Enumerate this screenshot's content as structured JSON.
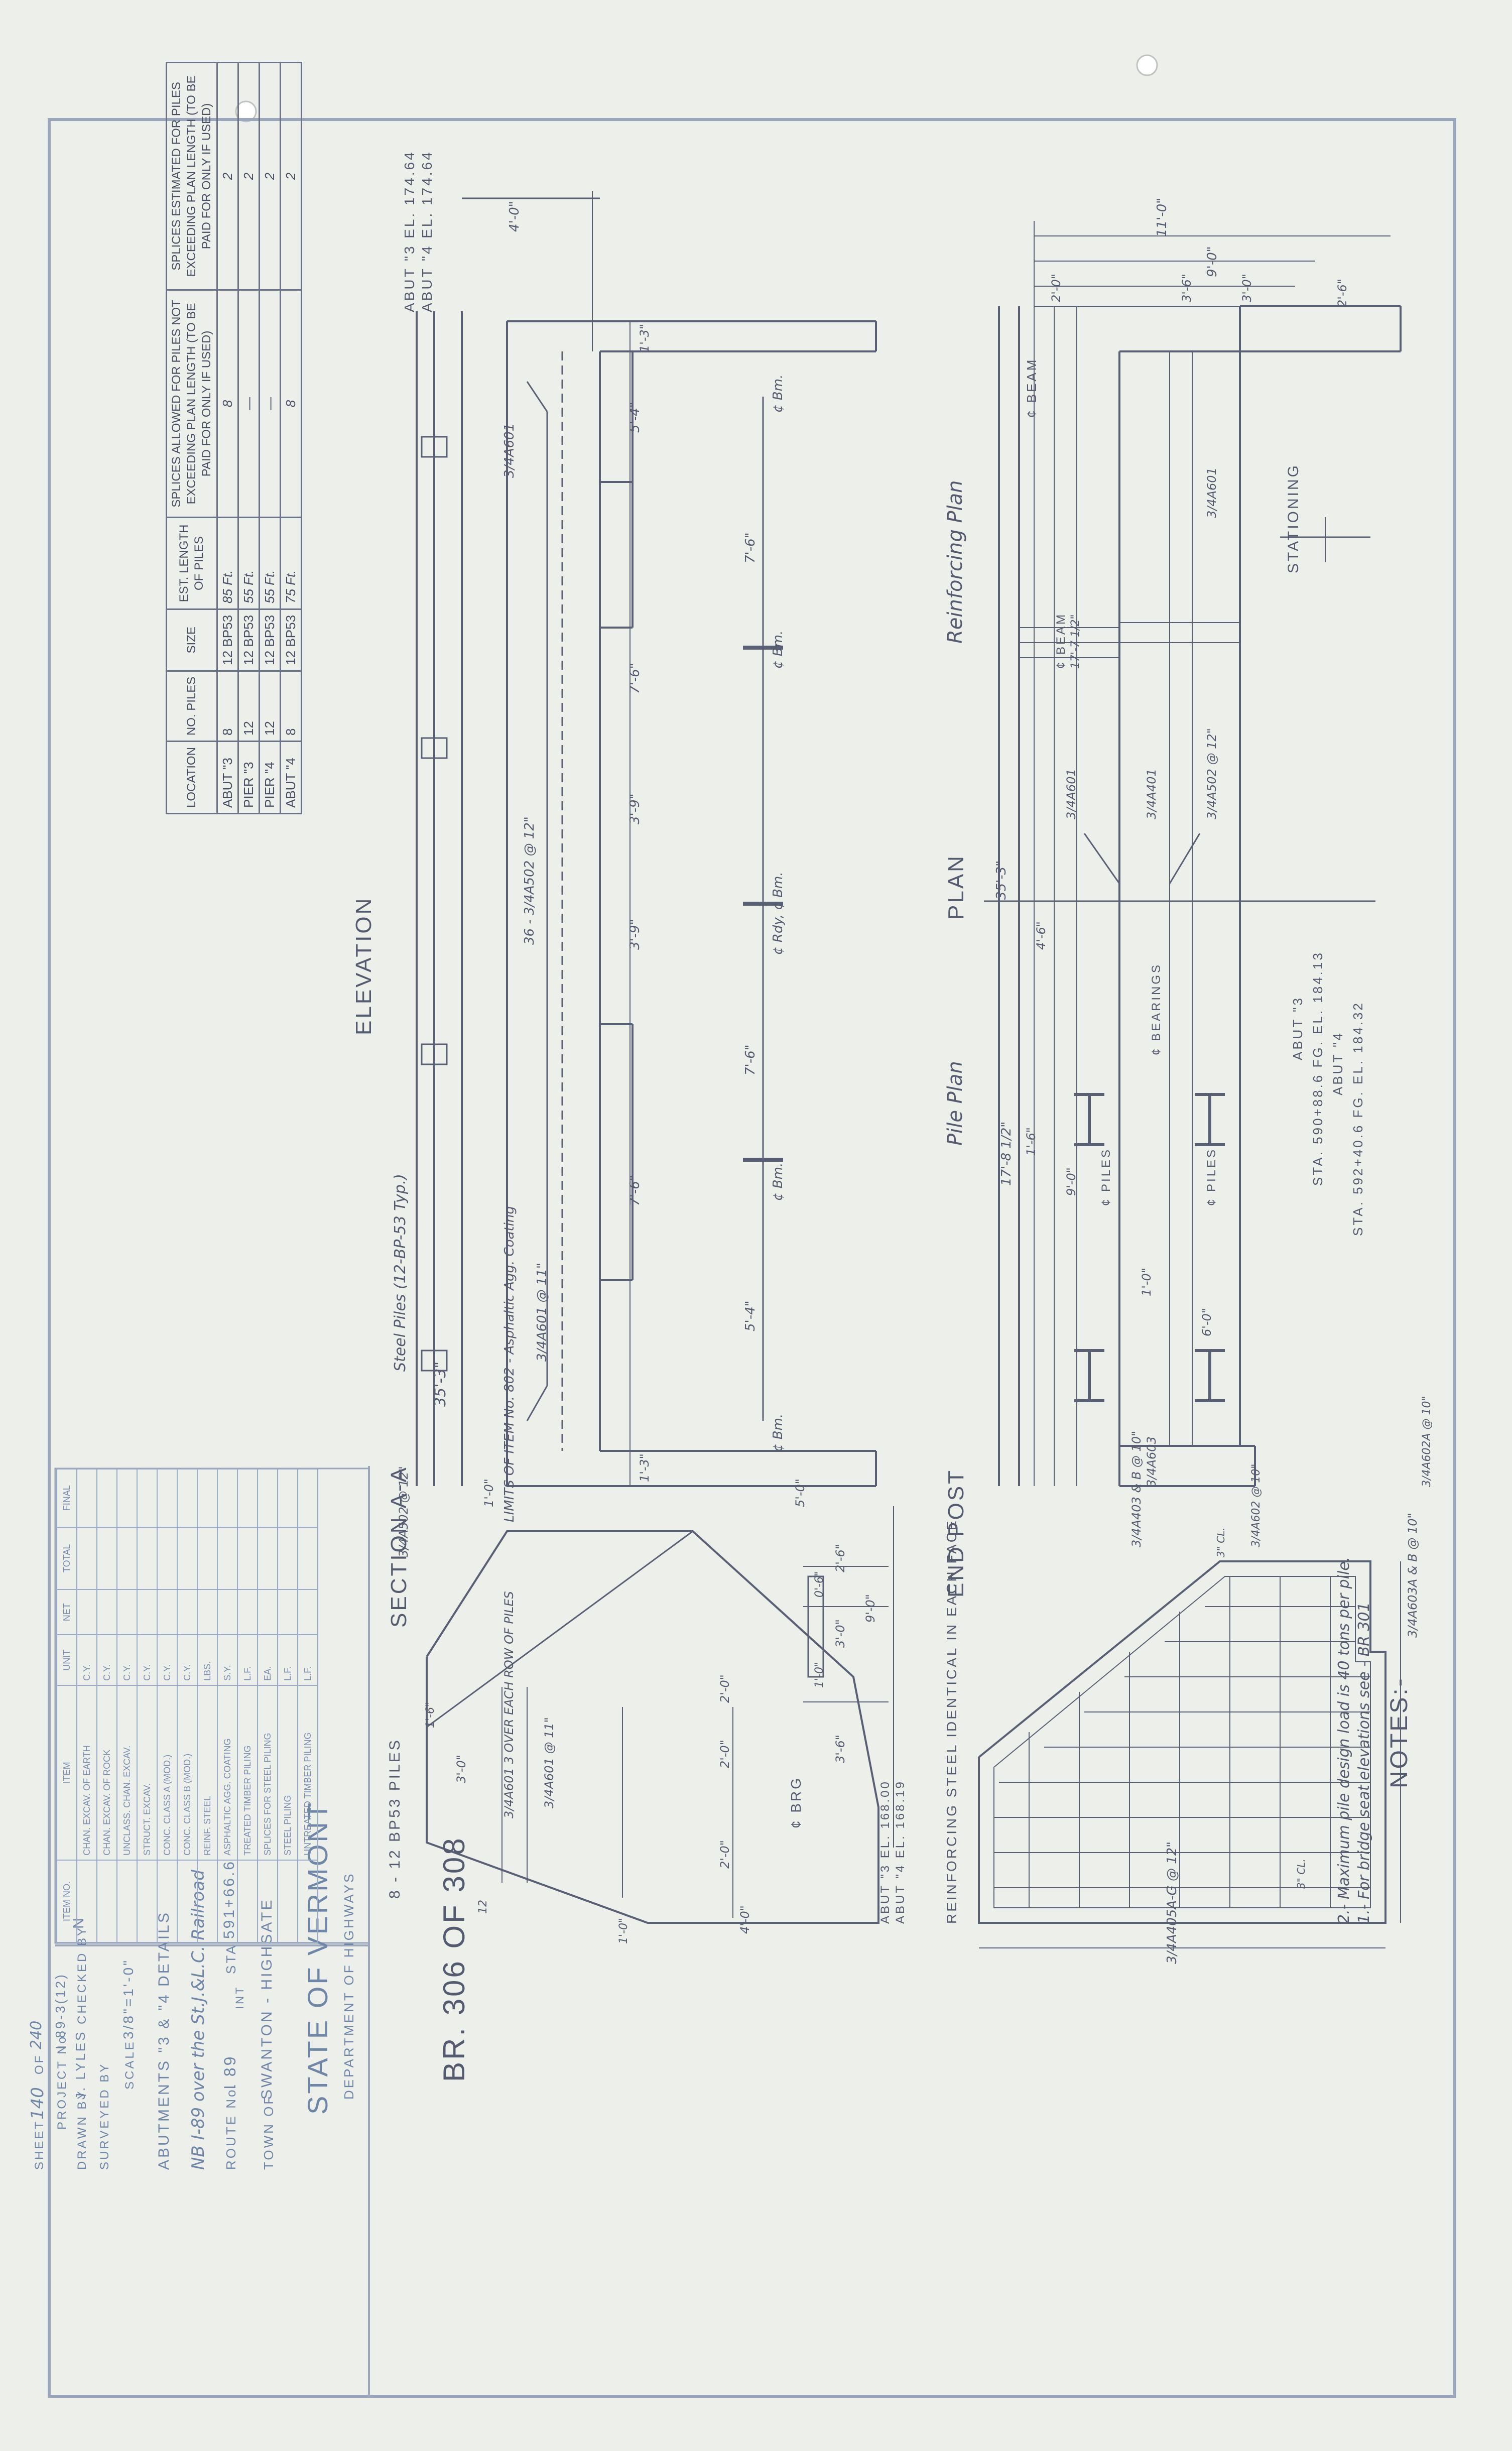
{
  "sheet_title": "BR. 306 OF 308",
  "title_block": {
    "state": "STATE OF VERMONT",
    "department": "DEPARTMENT OF HIGHWAYS",
    "town_label": "TOWN OF",
    "town": "SWANTON - HIGHSATE",
    "route_label": "ROUTE No.",
    "route": "I 89",
    "route_int": "INT",
    "station_label": "STA",
    "station": "591+66.6",
    "bridge": "NB I-89 over the St.J.&L.C. Railroad",
    "detail": "ABUTMENTS \"3 & \"4 DETAILS",
    "scale_label": "SCALE",
    "scale": "3/8\"=1'-0\"",
    "surveyed_label": "SURVEYED BY",
    "drawn_label": "DRAWN BY",
    "drawn": "J. LYLES",
    "checked_label": "CHECKED BY",
    "checked": "N",
    "project_label": "PROJECT No.",
    "project": "I 89-3(12)",
    "sheet_label": "SHEET",
    "sheet": "140",
    "of_label": "OF",
    "of": "240"
  },
  "notes": {
    "heading": "NOTES:-",
    "line1": "1.- For bridge seat elevations see - BR 301",
    "line2": "2.- Maximum pile design load is 40 tons per pile."
  },
  "views": {
    "elevation": "ELEVATION",
    "plan": "PLAN",
    "reinforcing_plan": "Reinforcing Plan",
    "pile_plan": "Pile Plan",
    "section": "SECTION A-A",
    "end_post": "END POST",
    "end_post_note": "REINFORCING STEEL IDENTICAL IN EACH FACE",
    "stationing": "STATIONING",
    "piles_note": "8 - 12 BP53 PILES"
  },
  "abut_elev": {
    "abut3": "ABUT \"3 EL. 174.64",
    "abut4": "ABUT \"4 EL. 174.64"
  },
  "elevation_labels": {
    "total": "35'-3\"",
    "top_dim": "4'-0\"",
    "bars_top": "3/4A601",
    "bars_mid": "36 - 3/4A502 @ 12\"",
    "bars_bot": "3/4A601 @ 11\"",
    "steel_piles": "Steel Piles (12-BP-53 Typ.)",
    "bm": "¢ Bm.",
    "rdy": "¢ Rdy, ¢ Bm.",
    "d1": "5'-4\"",
    "d2": "7'-6\"",
    "d3": "7'-6\"",
    "d4": "3'-9\"",
    "d5": "3'-9\"",
    "d6": "7'-6\"",
    "d7": "7'-6\"",
    "d8": "5'-4\"",
    "e1": "1'-3\"",
    "e2": "1'-3\"",
    "e3": "1'-0\""
  },
  "plan_labels": {
    "beam": "¢ BEAM",
    "beam2": "¢ BEAM",
    "beam_dim": "17'-7 1/2\"",
    "bearings": "¢ BEARINGS",
    "piles": "¢ PILES",
    "bar1": "3/4A601",
    "bar2": "3/4A502 @ 12\"",
    "bar3": "3/4A601",
    "bar4": "3/4A401",
    "bar5": "3/4A603",
    "bar6": "3/4A403 & B @ 10\"",
    "bar7": "3/4A602 @ 10\"",
    "sta1": "ABUT \"3",
    "sta2": "STA. 590+88.6   FG. EL. 184.13",
    "sta3": "ABUT \"4",
    "sta4": "STA. 592+40.6   FG. EL. 184.32",
    "total": "35'-3\"",
    "d_11": "11'-0\"",
    "d_9": "9'-0\"",
    "d_3": "3'-0\"",
    "d_36": "3'-6\"",
    "d_20": "2'-0\"",
    "d_26": "2'-6\"",
    "d_60": "6'-0\"",
    "d_9b": "9'-0\"",
    "d_10": "1'-0\"",
    "d_16": "1'-6\"",
    "d_174": "17'-8 1/2\"",
    "d_46": "4'-6\""
  },
  "pile_table": {
    "headers": [
      "LOCATION",
      "NO. PILES",
      "SIZE",
      "EST. LENGTH OF PILES",
      "SPLICES ALLOWED FOR PILES NOT EXCEEDING PLAN LENGTH (TO BE PAID FOR ONLY IF USED)",
      "SPLICES ESTIMATED FOR PILES EXCEEDING PLAN LENGTH (TO BE PAID FOR ONLY IF USED)"
    ],
    "rows": [
      [
        "ABUT \"3",
        "8",
        "12 BP53",
        "85 Ft.",
        "8",
        "2"
      ],
      [
        "PIER \"3",
        "12",
        "12 BP53",
        "55 Ft.",
        "—",
        "2"
      ],
      [
        "PIER \"4",
        "12",
        "12 BP53",
        "55 Ft.",
        "—",
        "2"
      ],
      [
        "ABUT \"4",
        "8",
        "12 BP53",
        "75 Ft.",
        "8",
        "2"
      ]
    ]
  },
  "qty_table": {
    "headers": [
      "ITEM NO.",
      "ITEM",
      "UNIT",
      "NET",
      "TOTAL",
      "FINAL"
    ],
    "rows": [
      [
        "",
        "CHAN. EXCAV. OF EARTH",
        "C.Y.",
        "",
        "",
        ""
      ],
      [
        "",
        "CHAN. EXCAV. OF ROCK",
        "C.Y.",
        "",
        "",
        ""
      ],
      [
        "",
        "UNCLASS. CHAN. EXCAV.",
        "C.Y.",
        "",
        "",
        ""
      ],
      [
        "",
        "STRUCT. EXCAV.",
        "C.Y.",
        "",
        "",
        ""
      ],
      [
        "",
        "CONC. CLASS A (MOD.)",
        "C.Y.",
        "",
        "",
        ""
      ],
      [
        "",
        "CONC. CLASS B (MOD.)",
        "C.Y.",
        "",
        "",
        ""
      ],
      [
        "",
        "REINF. STEEL",
        "LBS.",
        "",
        "",
        ""
      ],
      [
        "",
        "ASPHALTIC AGG. COATING",
        "S.Y.",
        "",
        "",
        ""
      ],
      [
        "",
        "TREATED TIMBER PILING",
        "L.F.",
        "",
        "",
        ""
      ],
      [
        "",
        "SPLICES FOR STEEL PILING",
        "EA.",
        "",
        "",
        ""
      ],
      [
        "",
        "STEEL PILING",
        "L.F.",
        "",
        "",
        ""
      ],
      [
        "",
        "UNTREATED TIMBER PILING",
        "L.F.",
        "",
        "",
        ""
      ]
    ]
  },
  "section_labels": {
    "limits": "LIMITS OF ITEM No. 802 - Asphaltic Agg. Coating",
    "bars1": "3/4A502 @ 12\"",
    "bars2": "3/4A601 3 OVER EACH ROW OF PILES",
    "bars3": "3/4A601 @ 11\"",
    "brg": "¢ BRG",
    "abut3": "ABUT \"3 EL. 168.00",
    "abut4": "ABUT \"4 EL. 168.19",
    "d_50": "5'-0\"",
    "d_26": "2'-6\"",
    "d_30": "3'-0\"",
    "d_90": "9'-0\"",
    "d_06": "0'-6\"",
    "d_10": "1'-0\"",
    "d_36": "3'-6\"",
    "d_20a": "2'-0\"",
    "d_20b": "2'-0\"",
    "d_20c": "2'-0\"",
    "d_40": "4'-0\"",
    "d_30b": "3'-0\"",
    "d_16": "1'-6\"",
    "d_10b": "1'-0\"",
    "d_12": "12"
  },
  "endpost_labels": {
    "bar1": "3/4A603A & B @ 10\"",
    "bar2": "3/4A405A-G @ 12\"",
    "bar3": "3/4A602A @ 10\"",
    "cl1": "3\" CL.",
    "cl2": "3\" CL."
  }
}
